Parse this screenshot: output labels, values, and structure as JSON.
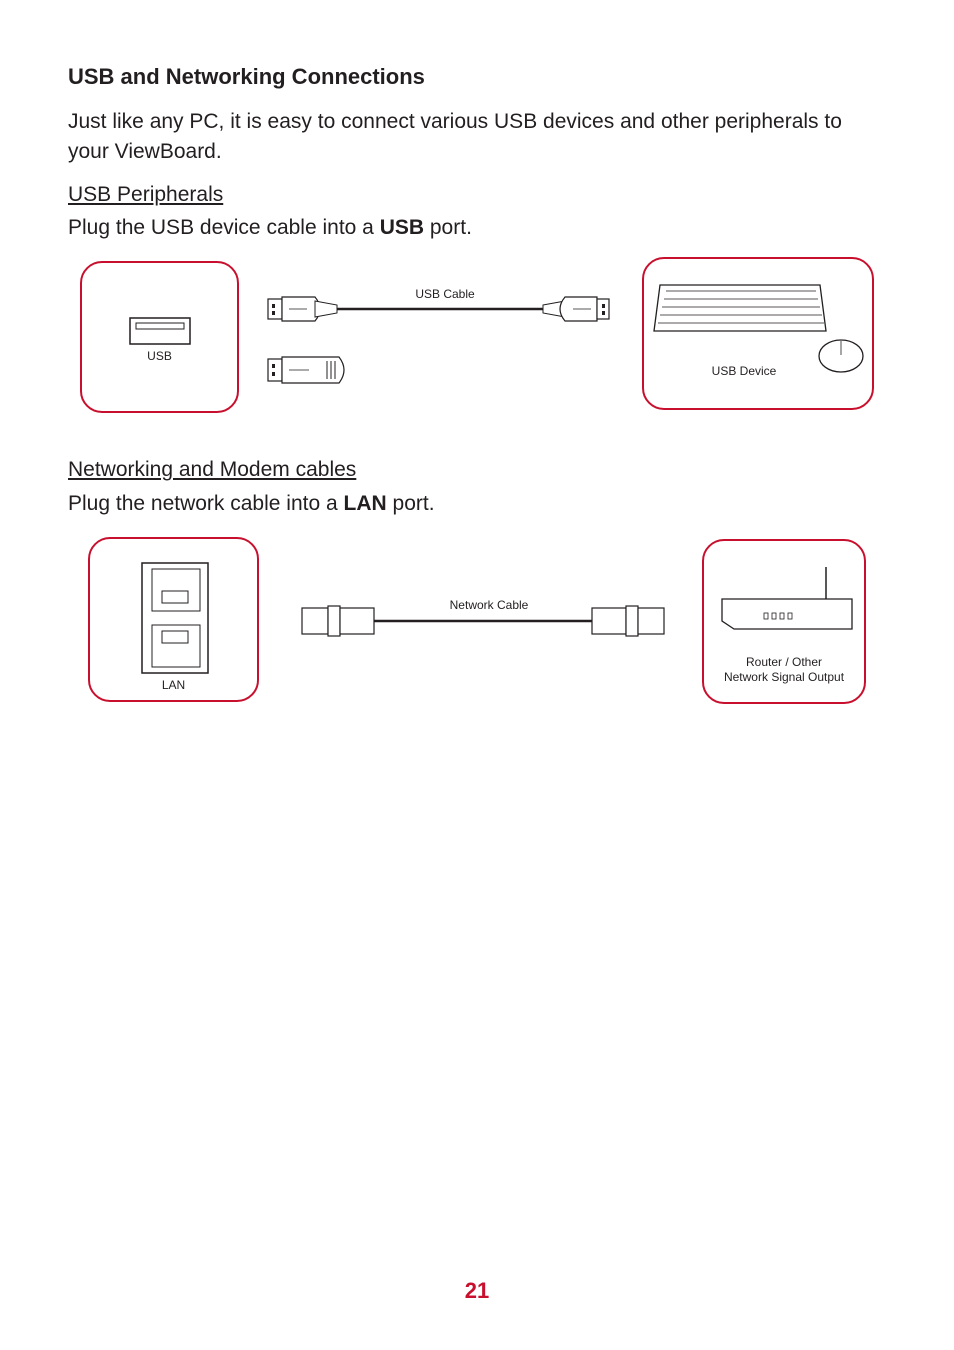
{
  "heading": "USB and Networking Connections",
  "intro": "Just like any PC, it is easy to connect various USB devices and other peripherals to your ViewBoard.",
  "usb_section": {
    "subheading": "USB Peripherals",
    "instruction_before": "Plug the USB device cable into a ",
    "instruction_bold": "USB",
    "instruction_after": " port.",
    "port_label": "USB",
    "cable_label": "USB Cable",
    "device_label": "USB Device"
  },
  "network_section": {
    "subheading": "Networking and Modem cables",
    "instruction_before": "Plug the network cable into a ",
    "instruction_bold": "LAN",
    "instruction_after": " port.",
    "port_label": "LAN",
    "cable_label": "Network Cable",
    "device_label_line1": "Router / Other",
    "device_label_line2": "Network Signal Output"
  },
  "page_number": "21",
  "colors": {
    "accent": "#c8102e",
    "text": "#231f20"
  }
}
